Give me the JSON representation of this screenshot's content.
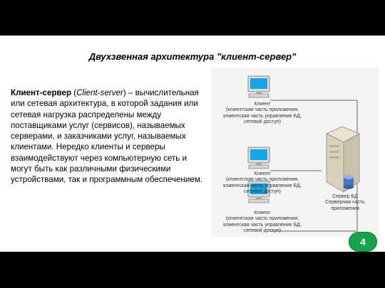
{
  "title": "Двухзвенная архитектура \"клиент-сервер\"",
  "body": {
    "term": "Клиент-сервер",
    "open_paren": " (",
    "term_en": "Client-server",
    "rest": ") – вычислительная или сетевая архитектура, в которой задания или сетевая нагрузка распределены между поставщиками услуг (сервисов), называемых серверами, и заказчиками услуг, называемых клиентами. Нередко клиенты и серверы взаимодействуют через компьютерную сеть и могут быть как различными физическими устройствами, так и программным обеспечением."
  },
  "diagram": {
    "clients": [
      {
        "name": "Клиент",
        "desc1": "(клиентская часть приложения,",
        "desc2": "клиентская часть управление БД,",
        "desc3": "сетевой доступ)"
      },
      {
        "name": "Клиент",
        "desc1": "(клиентская часть приложения,",
        "desc2": "клиентская часть управление БД,",
        "desc3": "сетевой доступ)"
      },
      {
        "name": "Клиент",
        "desc1": "(клиентская часть приложения,",
        "desc2": "клиентская часть управление БД,",
        "desc3": "сетевой доступ)"
      }
    ],
    "server": {
      "line1": "Сервер БД",
      "line2": "Серверная часть",
      "line3": "приложения"
    }
  },
  "page_number": "4"
}
